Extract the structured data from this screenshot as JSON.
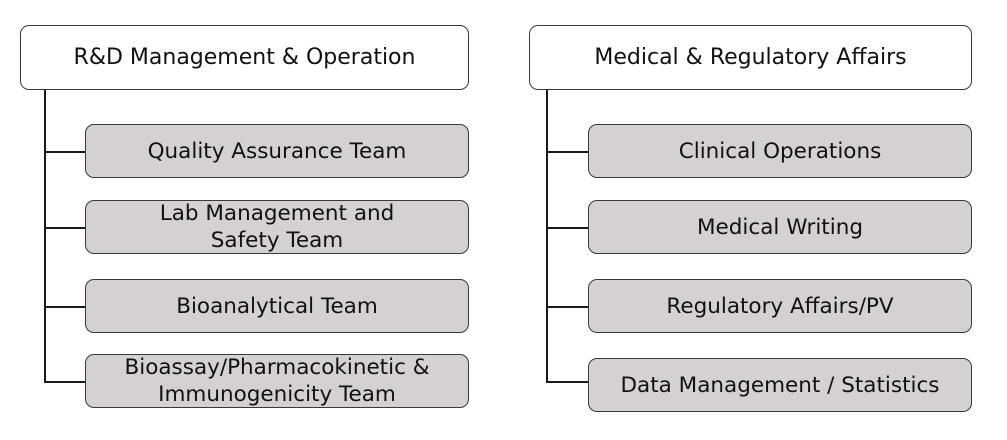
{
  "columns": [
    {
      "header": "R&D Management & Operation",
      "teams": [
        [
          "Quality Assurance Team"
        ],
        [
          "Lab Management and",
          "Safety Team"
        ],
        [
          "Bioanalytical Team"
        ],
        [
          "Bioassay/Pharmacokinetic &",
          "Immunogenicity Team"
        ]
      ]
    },
    {
      "header": "Medical & Regulatory Affairs",
      "teams": [
        [
          "Clinical Operations"
        ],
        [
          "Medical Writing"
        ],
        [
          "Regulatory Affairs/PV"
        ],
        [
          "Data Management / Statistics"
        ]
      ]
    }
  ]
}
